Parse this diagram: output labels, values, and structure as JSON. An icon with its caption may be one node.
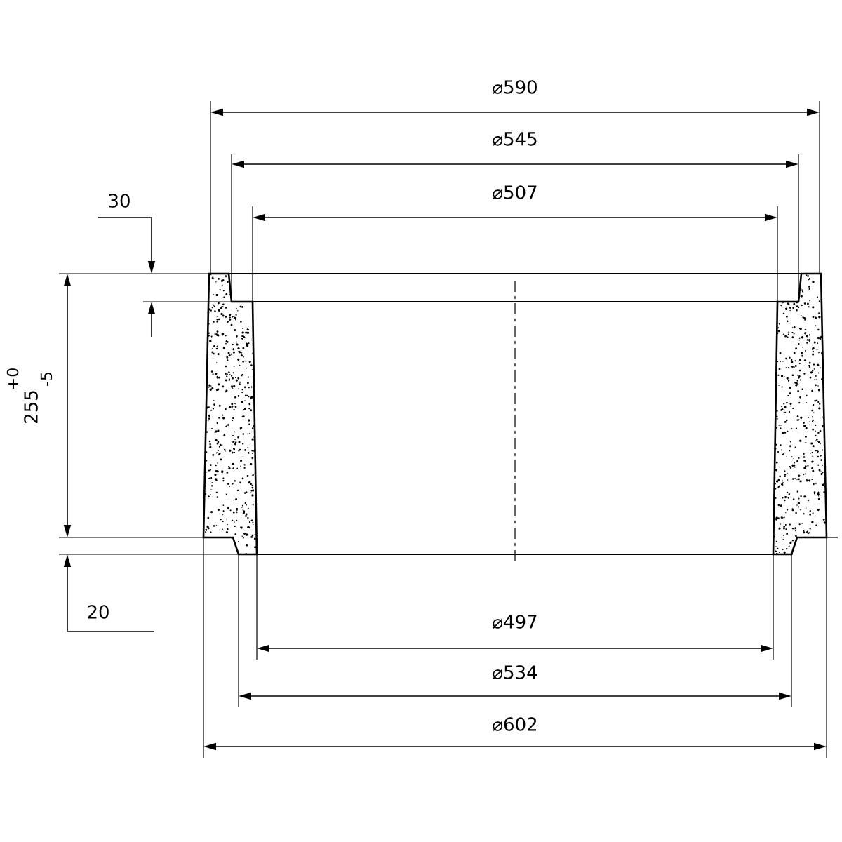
{
  "diagram": {
    "labels": [
      "⌀590",
      "⌀545",
      "30",
      "⌀507",
      "255",
      "+0",
      "-5",
      "⌀497",
      "20",
      "⌀534",
      "⌀602"
    ]
  }
}
